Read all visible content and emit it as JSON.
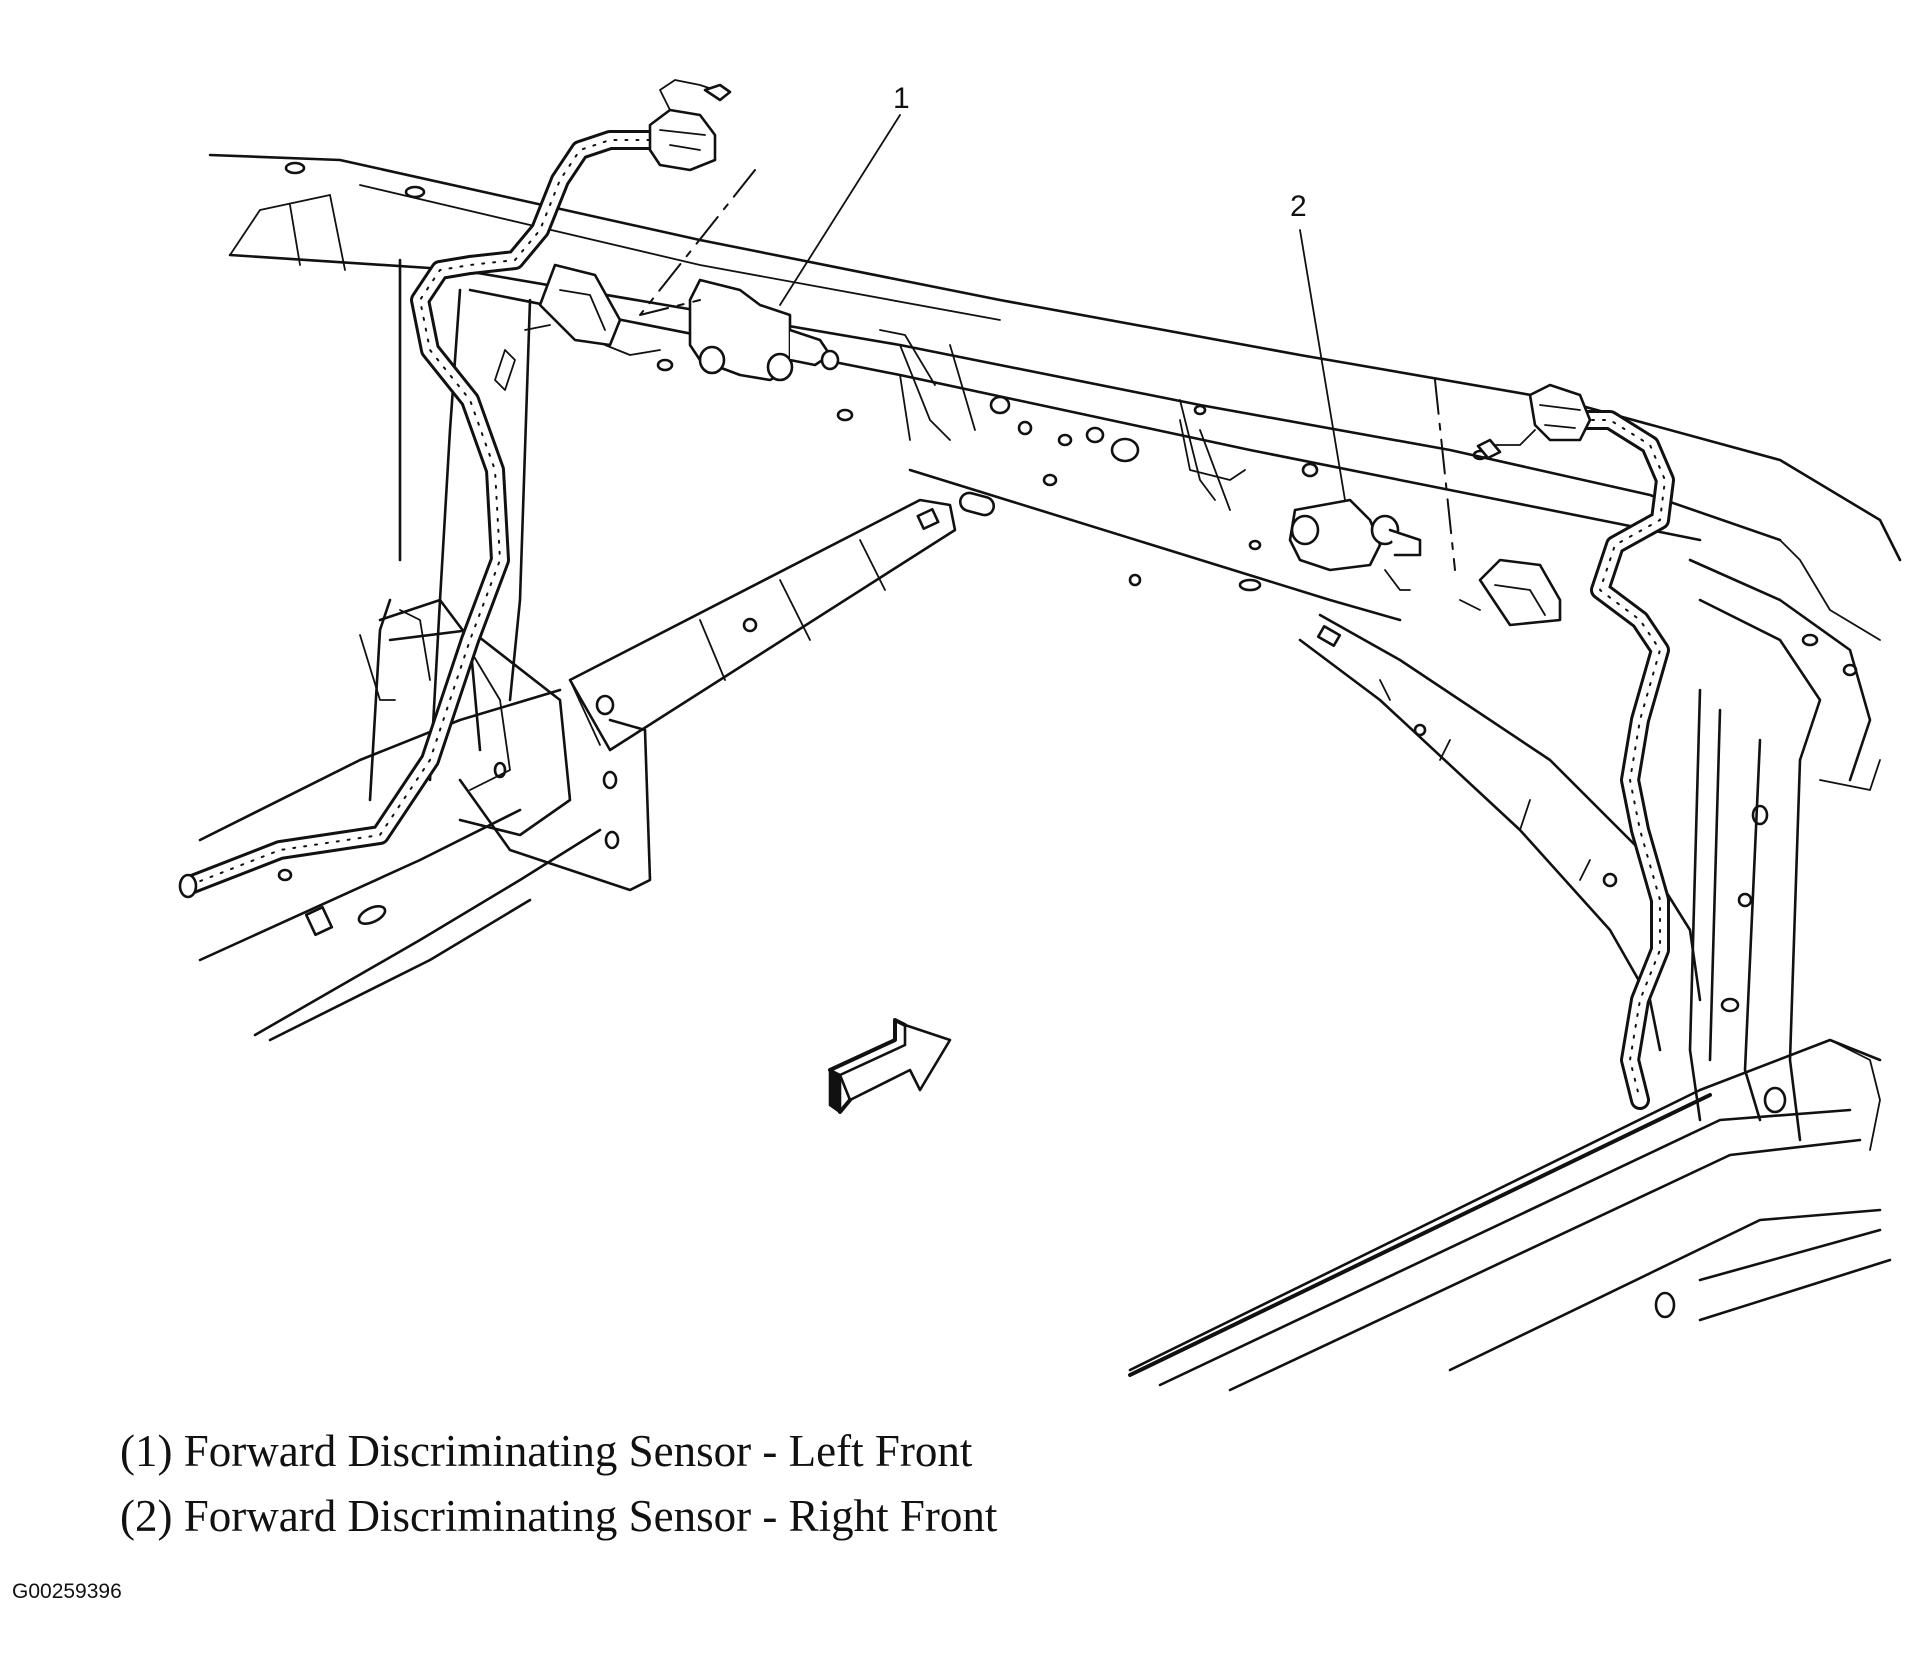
{
  "callouts": [
    {
      "number": "1"
    },
    {
      "number": "2"
    }
  ],
  "legend": [
    {
      "text": "(1) Forward Discriminating Sensor - Left Front"
    },
    {
      "text": "(2) Forward Discriminating Sensor - Right Front"
    }
  ],
  "figure_id": "G00259396",
  "icons": [
    "forward-direction-arrow-icon",
    "sensor-icon",
    "electrical-connector-icon",
    "wiring-harness-icon"
  ]
}
